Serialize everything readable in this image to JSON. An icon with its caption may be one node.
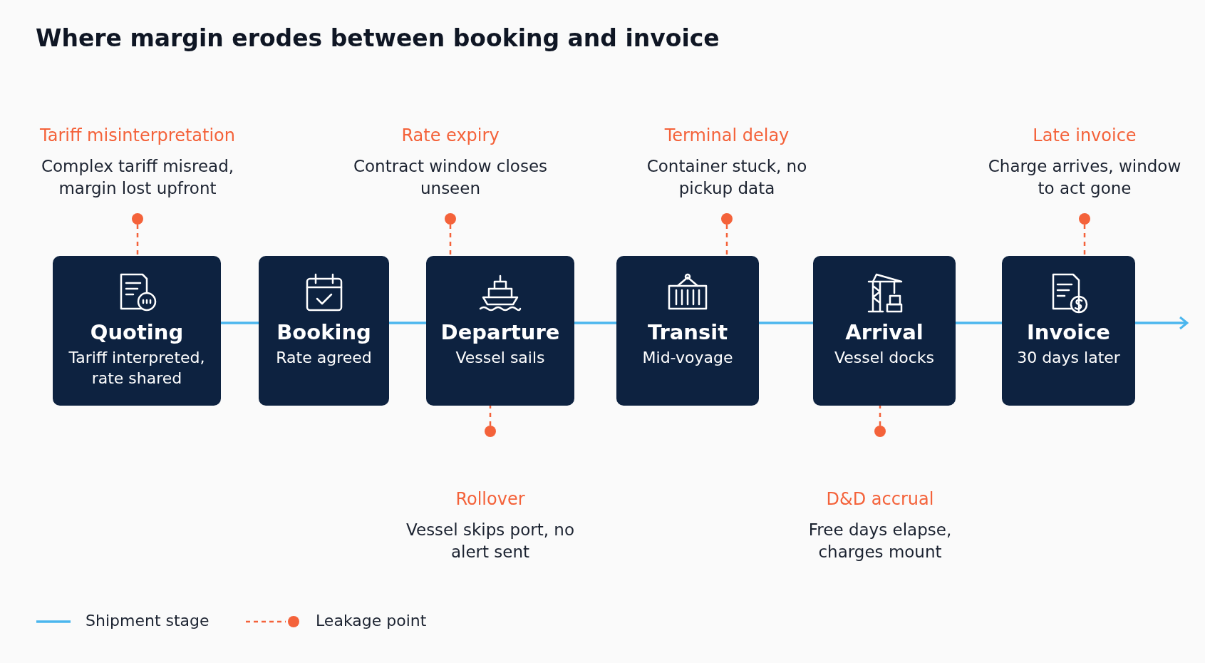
{
  "diagram": {
    "title": "Where margin erodes between booking and invoice",
    "nodes": [
      {
        "text": [
          "Quoting",
          "Tariff interpreted, rate shared"
        ]
      },
      {
        "text": [
          "Booking",
          "Rate agreed"
        ]
      },
      {
        "text": [
          "Departure",
          "Vessel sails"
        ]
      },
      {
        "text": [
          "Transit",
          "Mid-voyage"
        ]
      },
      {
        "text": [
          "Arrival",
          "Vessel docks"
        ]
      },
      {
        "text": [
          "Invoice",
          "30 days later"
        ]
      },
      {
        "text": [],
        "shape": "circle",
        "beside": [
          "Tariff misinterpretation",
          "Complex tariff misread, margin lost upfront"
        ]
      },
      {
        "text": [],
        "shape": "circle",
        "beside": [
          "Rate expiry",
          "Contract window closes unseen"
        ]
      },
      {
        "text": [],
        "shape": "circle",
        "beside": [
          "Rollover",
          "Vessel skips port, no alert sent"
        ]
      },
      {
        "text": [],
        "shape": "circle",
        "beside": [
          "Terminal delay",
          "Container stuck, no pickup data"
        ]
      },
      {
        "text": [],
        "shape": "circle",
        "beside": [
          "D&D accrual",
          "Free days elapse, charges mount"
        ]
      },
      {
        "text": [],
        "shape": "circle",
        "beside": [
          "Late invoice",
          "Charge arrives, window to act gone"
        ]
      }
    ],
    "edges": [
      {
        "from": 0,
        "to": 1,
        "arrow": "none"
      },
      {
        "from": 1,
        "to": 2,
        "arrow": "none"
      },
      {
        "from": 2,
        "to": 3,
        "arrow": "none"
      },
      {
        "from": 3,
        "to": 4,
        "arrow": "none"
      },
      {
        "from": 4,
        "to": 5,
        "arrow": "none"
      },
      {
        "from": 5,
        "to": null,
        "arrow": "to"
      },
      {
        "from": 6,
        "to": 0,
        "arrow": "none",
        "style": "dashed",
        "color": "#f4623a"
      },
      {
        "from": 7,
        "to": 2,
        "arrow": "none",
        "style": "dashed",
        "color": "#f4623a"
      },
      {
        "from": 8,
        "to": 2,
        "arrow": "none",
        "style": "dashed",
        "color": "#f4623a"
      },
      {
        "from": 9,
        "to": 3,
        "arrow": "none",
        "style": "dashed",
        "color": "#f4623a"
      },
      {
        "from": 10,
        "to": 4,
        "arrow": "none",
        "style": "dashed",
        "color": "#f4623a"
      },
      {
        "from": 11,
        "to": 5,
        "arrow": "none",
        "style": "dashed",
        "color": "#f4623a"
      }
    ],
    "legend": [
      {
        "text": "Shipment stage"
      },
      {
        "text": "Leakage point"
      }
    ]
  }
}
